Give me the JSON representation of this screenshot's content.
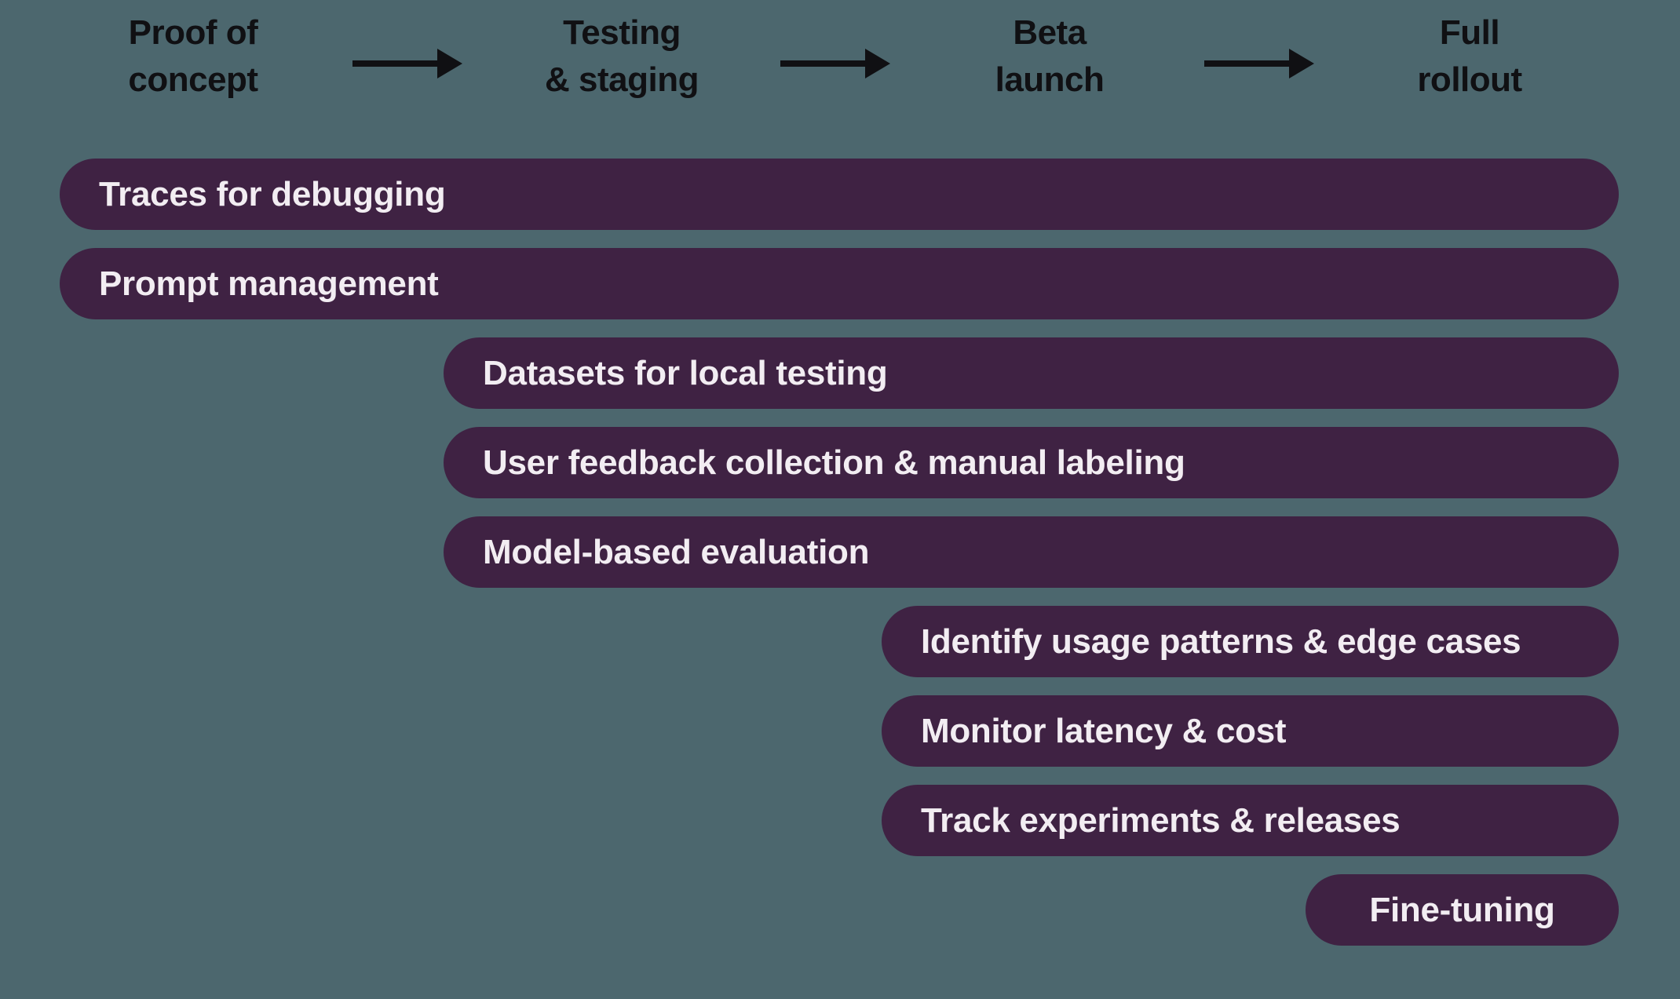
{
  "diagram": {
    "stages": [
      {
        "line1": "Proof of",
        "line2": "concept"
      },
      {
        "line1": "Testing",
        "line2": "& staging"
      },
      {
        "line1": "Beta",
        "line2": "launch"
      },
      {
        "line1": "Full",
        "line2": "rollout"
      }
    ],
    "icons": {
      "flow_arrow": "→"
    },
    "bars": [
      {
        "label": "Traces for debugging",
        "start_stage": "Proof of concept"
      },
      {
        "label": "Prompt management",
        "start_stage": "Proof of concept"
      },
      {
        "label": "Datasets for local testing",
        "start_stage": "Testing & staging"
      },
      {
        "label": "User feedback collection & manual labeling",
        "start_stage": "Testing & staging"
      },
      {
        "label": "Model-based evaluation",
        "start_stage": "Testing & staging"
      },
      {
        "label": "Identify usage patterns & edge cases",
        "start_stage": "Beta launch"
      },
      {
        "label": "Monitor latency & cost",
        "start_stage": "Beta launch"
      },
      {
        "label": "Track experiments & releases",
        "start_stage": "Beta launch"
      },
      {
        "label": "Fine-tuning",
        "start_stage": "Full rollout"
      }
    ],
    "colors": {
      "background": "#4c676e",
      "bar_fill": "#3f2243",
      "bar_text": "#f2edf2",
      "stage_text": "#101013",
      "arrow": "#101013"
    }
  }
}
